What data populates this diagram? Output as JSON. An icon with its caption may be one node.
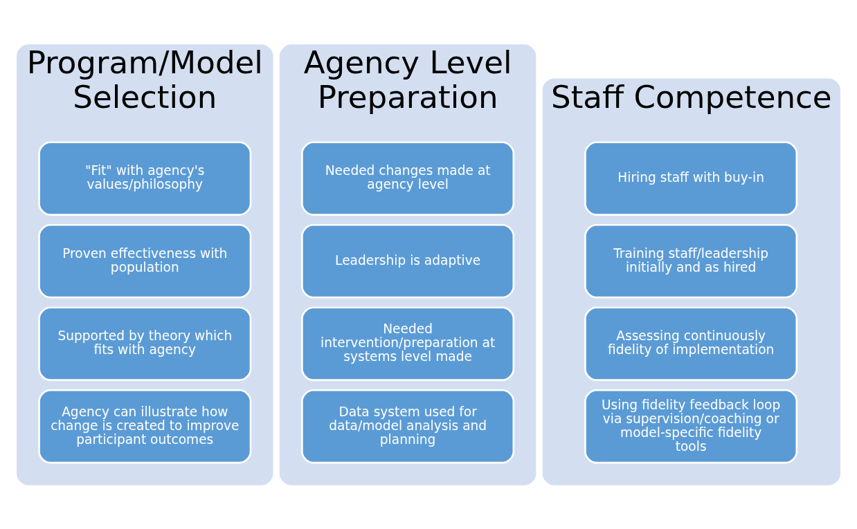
{
  "diagram": {
    "nodes": [
      {
        "text": [
          "Program/Model Selection"
        ]
      },
      {
        "text": [
          "\"Fit\" with agency's values/philosophy"
        ],
        "in": 0
      },
      {
        "text": [
          "Proven effectiveness with population"
        ],
        "in": 0
      },
      {
        "text": [
          "Supported by theory which fits with agency"
        ],
        "in": 0
      },
      {
        "text": [
          "Agency can illustrate how change is created to improve participant outcomes"
        ],
        "in": 0
      },
      {
        "text": [
          "Agency Level Preparation"
        ]
      },
      {
        "text": [
          "Needed changes made at agency level"
        ],
        "in": 5
      },
      {
        "text": [
          "Leadership is adaptive"
        ],
        "in": 5
      },
      {
        "text": [
          "Needed intervention/preparation at systems level made"
        ],
        "in": 5
      },
      {
        "text": [
          "Data system used for data/model analysis and planning"
        ],
        "in": 5
      },
      {
        "text": [
          "Staff Competence"
        ]
      },
      {
        "text": [
          "Hiring staff with buy-in"
        ],
        "in": 10
      },
      {
        "text": [
          "Training staff/leadership initially and as hired"
        ],
        "in": 10
      },
      {
        "text": [
          "Assessing continuously fidelity of implementation"
        ],
        "in": 10
      },
      {
        "text": [
          "Using fidelity feedback loop via supervision/coaching or model-specific fidelity tools"
        ],
        "in": 10
      }
    ],
    "edges": []
  }
}
